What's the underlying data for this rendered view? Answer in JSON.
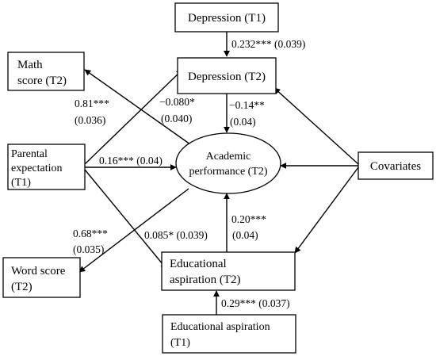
{
  "nodes": {
    "depression_t1": {
      "label": "Depression (T1)"
    },
    "depression_t2": {
      "label": "Depression (T2)"
    },
    "math_score": {
      "line1": "Math",
      "line2": "score (T2)"
    },
    "parental_expectation": {
      "line1": "Parental",
      "line2": "expectation",
      "line3": "(T1)"
    },
    "academic_performance": {
      "line1": "Academic",
      "line2": "performance (T2)"
    },
    "covariates": {
      "label": "Covariates"
    },
    "word_score": {
      "line1": "Word score",
      "line2": "(T2)"
    },
    "educational_aspiration_t2": {
      "line1": "Educational",
      "line2": "aspiration (T2)"
    },
    "educational_aspiration_t1": {
      "line1": "Educational aspiration",
      "line2": "(T1)"
    }
  },
  "paths": {
    "dep1_to_dep2": "0.232*** (0.039)",
    "pe_to_math": {
      "line1": "0.81***",
      "line2": "(0.036)"
    },
    "pe_to_dep2": {
      "line1": "−0.080*",
      "line2": "(0.040)"
    },
    "dep2_to_ap": {
      "line1": "−0.14**",
      "line2": "(0.04)"
    },
    "pe_to_ap": "0.16*** (0.04)",
    "pe_to_word": {
      "line1": "0.68***",
      "line2": "(0.035)"
    },
    "pe_to_ea2": "0.085* (0.039)",
    "ea2_to_ap": {
      "line1": "0.20***",
      "line2": "(0.04)"
    },
    "ea1_to_ea2": "0.29*** (0.037)"
  }
}
